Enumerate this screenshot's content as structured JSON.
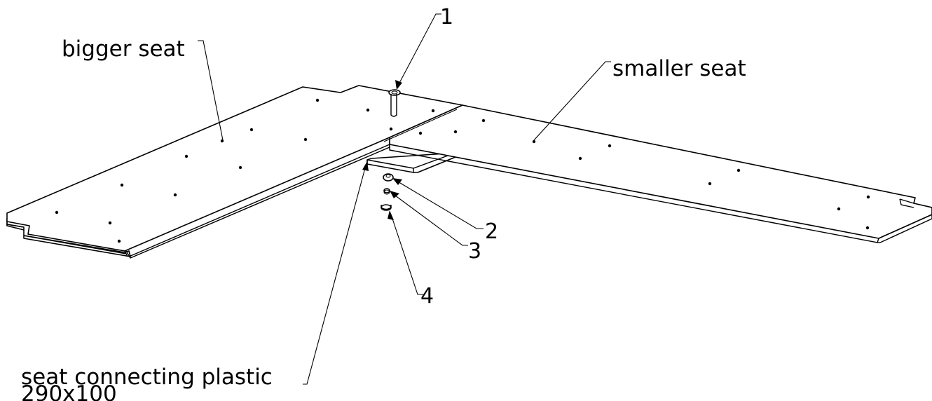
{
  "labels": {
    "bigger_seat": "bigger seat",
    "smaller_seat": "smaller seat",
    "connector_line1": "seat connecting plastic",
    "connector_line2": "290x100",
    "callout_1": "1",
    "callout_2": "2",
    "callout_3": "3",
    "callout_4": "4"
  },
  "parts": [
    {
      "id": "1",
      "name": "bolt-icon"
    },
    {
      "id": "2",
      "name": "nut-icon"
    },
    {
      "id": "3",
      "name": "washer-small-icon"
    },
    {
      "id": "4",
      "name": "washer-icon"
    }
  ]
}
